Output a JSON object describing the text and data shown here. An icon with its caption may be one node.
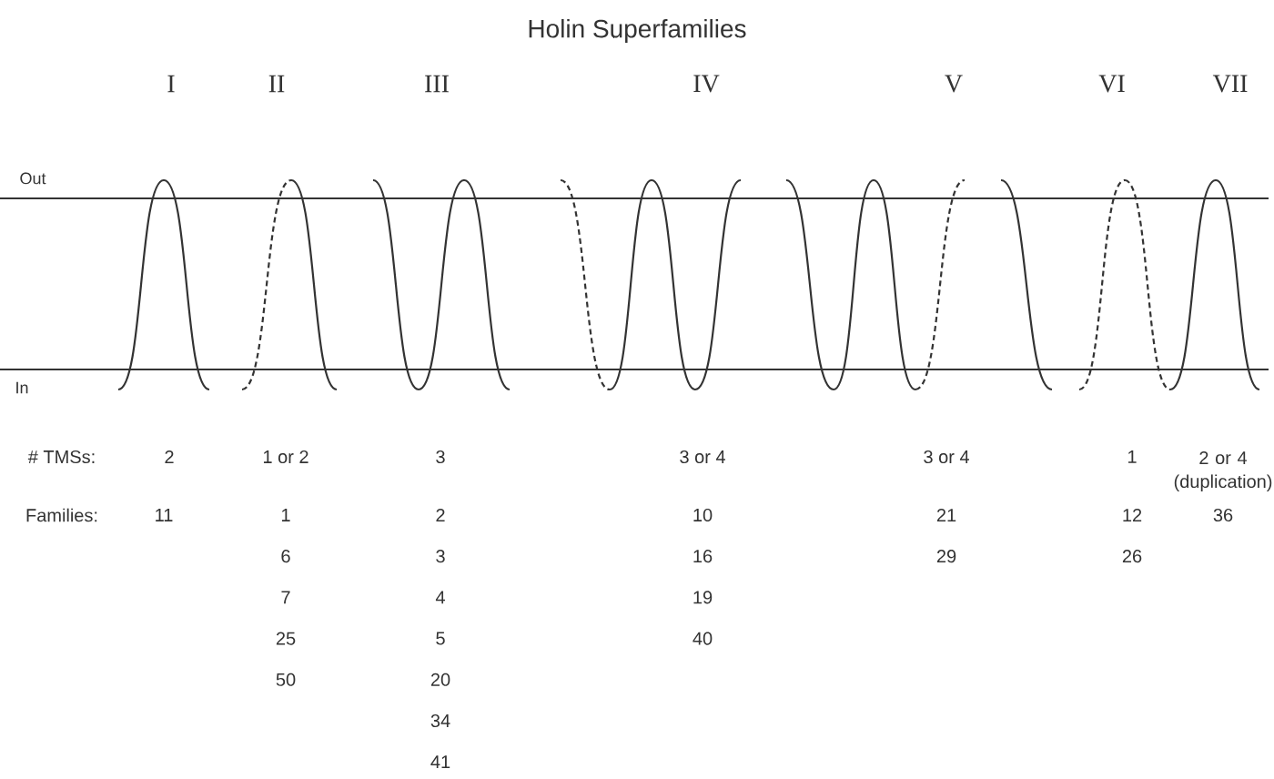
{
  "diagram": {
    "title": "Holin Superfamilies",
    "labels": [
      "I",
      "II",
      "III",
      "IV",
      "V",
      "VI",
      "VII",
      "Out",
      "In",
      "# TMSs:",
      "2",
      "1 or 2",
      "3",
      "3 or 4",
      "3 or 4",
      "1",
      "2 or 4 (duplication)",
      "Families:",
      "11",
      "1",
      "2",
      "10",
      "21",
      "12",
      "36",
      "6",
      "3",
      "16",
      "29",
      "26",
      "7",
      "4",
      "19",
      "25",
      "5",
      "40",
      "50",
      "20",
      "34",
      "41"
    ]
  }
}
